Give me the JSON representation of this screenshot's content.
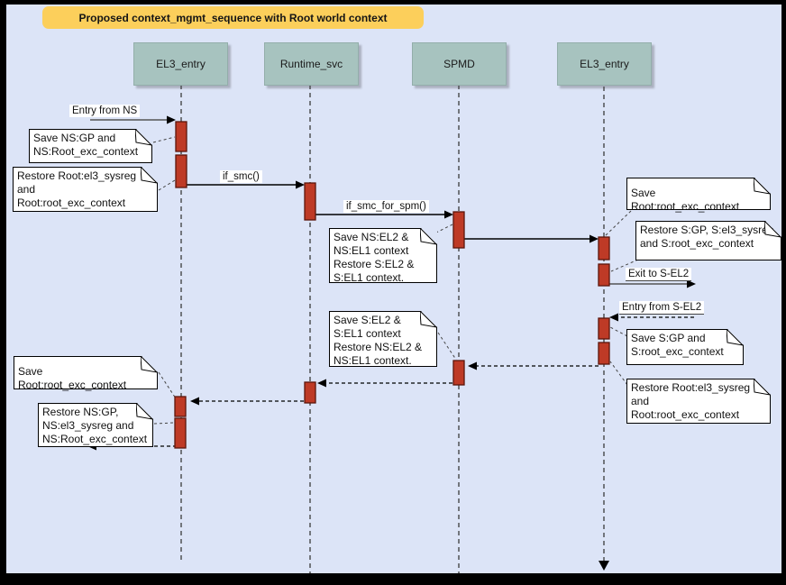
{
  "title": "Proposed context_mgmt_sequence with Root world context",
  "lifelines": [
    {
      "label": "EL3_entry"
    },
    {
      "label": "Runtime_svc"
    },
    {
      "label": "SPMD"
    },
    {
      "label": "EL3_entry"
    }
  ],
  "messages": {
    "entry_from_ns": "Entry from NS",
    "if_smc": "if_smc()",
    "if_smc_for_spm": "if_smc_for_spm()",
    "exit_to_sel2": "Exit to S-EL2",
    "entry_from_sel2": "Entry from S-EL2"
  },
  "notes": [
    "Save NS:GP and\nNS:Root_exc_context",
    "Restore Root:el3_sysreg\nand\nRoot:root_exc_context",
    "Save NS:EL2 &\nNS:EL1 context\nRestore S:EL2 &\nS:EL1 context.",
    "Save Root:root_exc_context",
    "Restore S:GP, S:el3_sysreg\nand S:root_exc_context",
    "Save S:GP and\nS:root_exc_context",
    "Restore Root:el3_sysreg\nand\nRoot:root_exc_context",
    "Save S:EL2 &\nS:EL1 context\nRestore NS:EL2 &\nNS:EL1 context.",
    "Save Root:root_exc_context",
    "Restore NS:GP,\nNS:el3_sysreg and\nNS:Root_exc_context"
  ],
  "colors": {
    "background": "#dce4f7",
    "frame": "#000000",
    "title_bg": "#fccf5b",
    "header_bg": "#a7c3bf",
    "activation_fill": "#be3a26",
    "activation_border": "#5c150b",
    "note_bg": "#ffffff"
  }
}
